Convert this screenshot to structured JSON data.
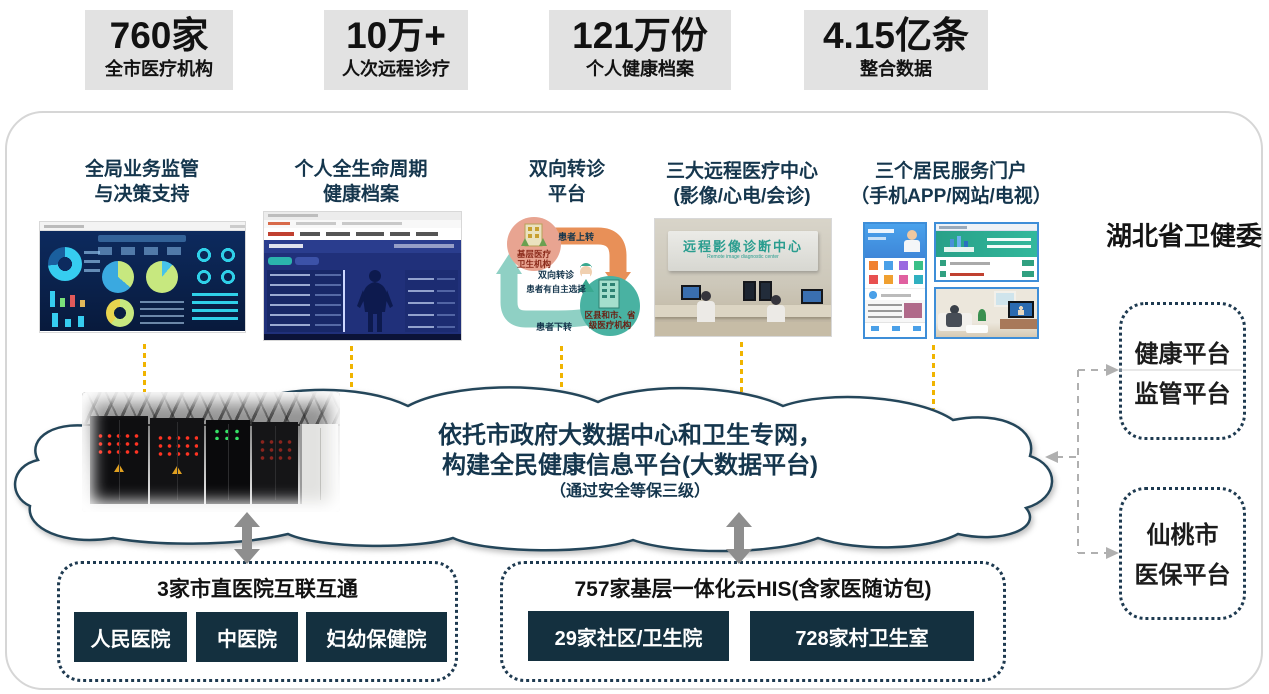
{
  "stats": [
    {
      "number": "760家",
      "label": "全市医疗机构"
    },
    {
      "number": "10万+",
      "label": "人次远程诊疗"
    },
    {
      "number": "121万份",
      "label": "个人健康档案"
    },
    {
      "number": "4.15亿条",
      "label": "整合数据"
    }
  ],
  "columns": [
    {
      "line1": "全局业务监管",
      "line2": "与决策支持"
    },
    {
      "line1": "个人全生命周期",
      "line2": "健康档案"
    },
    {
      "line1": "双向转诊",
      "line2": "平台"
    },
    {
      "line1": "三大远程医疗中心",
      "line2": "(影像/心电/会诊)"
    },
    {
      "line1": "三个居民服务门户",
      "line2": "（手机APP/网站/电视）"
    }
  ],
  "agency_label": "湖北省卫健委",
  "referral": {
    "up_label": "患者上转",
    "down_label": "患者下转",
    "center_line1": "双向转诊",
    "center_line2": "患者有自主选择",
    "top_org_line1": "基层医疗",
    "top_org_line2": "卫生机构",
    "bottom_org_line1": "区县和市、省",
    "bottom_org_line2": "级医疗机构"
  },
  "remote_center_sign": {
    "title": "远程影像诊断中心",
    "subtitle": "Remote image diagnostic center"
  },
  "cloud": {
    "line1": "依托市政府大数据中心和卫生专网，",
    "line2": "构建全民健康信息平台(大数据平台)",
    "line3": "（通过安全等保三级）"
  },
  "right_panels": [
    {
      "line1": "健康平台",
      "line2": "监管平台"
    },
    {
      "line1": "仙桃市",
      "line2": "医保平台"
    }
  ],
  "hospital_group": {
    "title": "3家市直医院互联互通",
    "buttons": [
      "人民医院",
      "中医院",
      "妇幼保健院"
    ]
  },
  "grassroots_group": {
    "title": "757家基层一体化云HIS(含家医随访包)",
    "buttons": [
      "29家社区/卫生院",
      "728家村卫生室"
    ]
  },
  "colors": {
    "accent_navy": "#15364d",
    "button_navy": "#14303f",
    "stat_bg": "#e2e2e2",
    "dotted_link_yellow": "#f0b400",
    "arrow_gray": "#8e8e8e",
    "cloud_stroke": "#24465a",
    "portal_border": "#3e8ed8",
    "sign_teal": "#2a9d8f"
  }
}
